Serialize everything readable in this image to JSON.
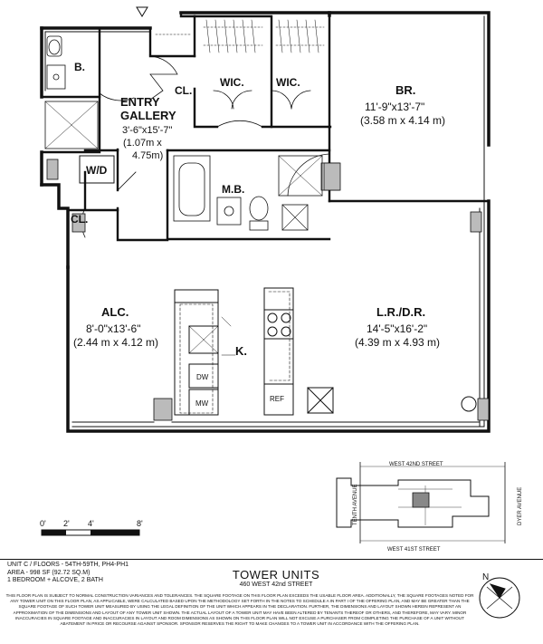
{
  "rooms": {
    "bath_small": {
      "name": "B."
    },
    "entry": {
      "name": "ENTRY GALLERY",
      "name_line1": "ENTRY",
      "name_line2": "GALLERY",
      "dims_ft": "3'-6\"x15'-7\"",
      "dims_m_line1": "(1.07m x",
      "dims_m_line2": "4.75m)"
    },
    "closet_entry": {
      "name": "CL."
    },
    "wic_1": {
      "name": "WIC."
    },
    "wic_2": {
      "name": "WIC."
    },
    "bedroom": {
      "name": "BR.",
      "dims_ft": "11'-9\"x13'-7\"",
      "dims_m": "(3.58 m x 4.14 m)"
    },
    "washer_dryer": {
      "name": "W/D"
    },
    "master_bath": {
      "name": "M.B."
    },
    "closet_2": {
      "name": "CL."
    },
    "alcove": {
      "name": "ALC.",
      "dims_ft": "8'-0\"x13'-6\"",
      "dims_m": "(2.44 m x 4.12 m)"
    },
    "kitchen": {
      "name": "K."
    },
    "living": {
      "name": "L.R./D.R.",
      "dims_ft": "14'-5\"x16'-2\"",
      "dims_m": "(4.39 m x 4.93 m)"
    }
  },
  "appliances": {
    "dishwasher": "DW",
    "microwave": "MW",
    "refrigerator": "REF"
  },
  "scale_bar": {
    "labels": [
      "0'",
      "2'",
      "4'",
      "8'"
    ]
  },
  "key_plan": {
    "north_street": "WEST 42ND STREET",
    "south_street": "WEST 41ST STREET",
    "west_avenue": "TENTH AVENUE",
    "east_avenue": "DYER AVENUE"
  },
  "compass": {
    "label": "N"
  },
  "footer": {
    "unit": "UNIT C / FLOORS - 54TH-59TH, PH4-PH1",
    "area": "AREA - 998 SF (92.72 SQ.M)",
    "config": "1 BEDROOM + ALCOVE, 2 BATH",
    "title": "TOWER UNITS",
    "address": "460 WEST 42nd STREET",
    "disclaimer": "This floor plan is subject to normal construction variances and tolerances. The square footage on this floor plan exceeds the usable floor area. Additionally, the square footages noted for any tower unit on this floor plan, as applicable, were calculated based upon the methodology set forth in the notes to schedule a in part I of the offering plan, and may be greater than the square footage of such tower unit measured by using the legal definition of the unit which appears in the declaration. Further, the dimensions and layout shown herein represent an approximation of the dimensions and layout of any tower unit shown. The actual layout of a tower unit may have been altered by tenants thereof or others, and therefore, may vary. Minor inaccuracies in square footage and inaccuracies in layout and room dimensions as shown on this floor plan will not excuse a purchaser from completing the purchase of a unit without abatement in price or recourse against sponsor. Sponsor reserves the right to make changes to a tower unit in accordance with the offering plan."
  }
}
